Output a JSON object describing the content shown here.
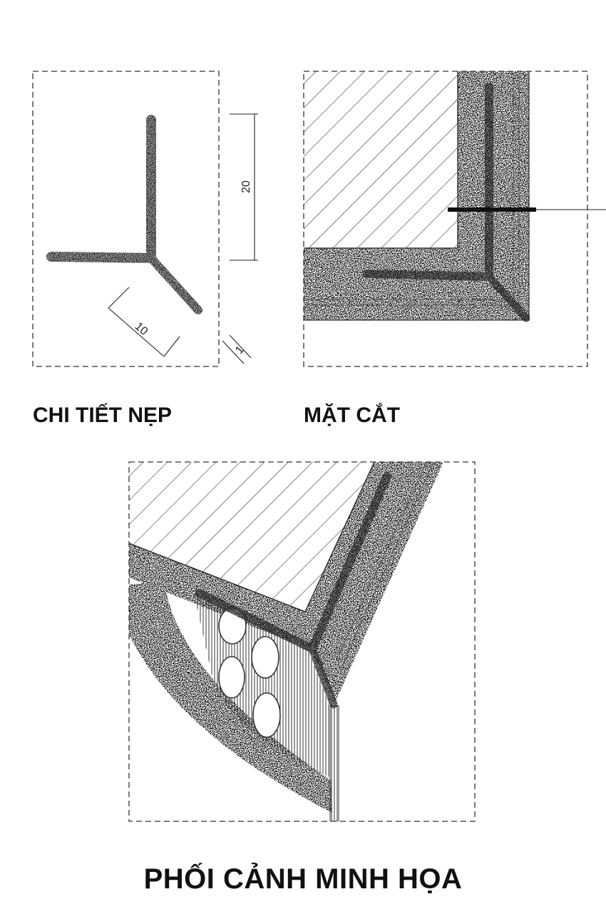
{
  "captions": {
    "detail": "CHI TIẾT NẸP",
    "section": "MẶT CẮT",
    "perspective": "PHỐI CẢNH MINH HỌA"
  },
  "dimensions": {
    "height": "20",
    "arm": "10",
    "thickness": "1"
  }
}
